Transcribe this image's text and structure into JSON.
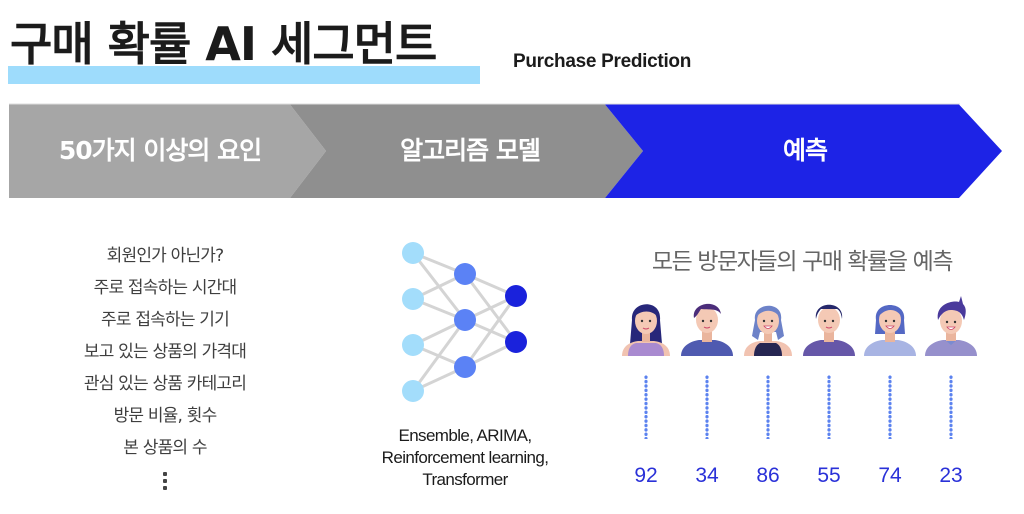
{
  "header": {
    "title": "구매 확률 AI 세그먼트",
    "subtitle": "Purchase Prediction"
  },
  "colors": {
    "title_underline": "#9edcfc",
    "stage1_bg": "#a6a6a6",
    "stage2_bg": "#8f8f8f",
    "stage3_bg": "#1d23e6",
    "score_text": "#2a31d8",
    "dotline": "#5b82ef",
    "nn_input": "#a3ddfb",
    "nn_hidden": "#5b82f5",
    "nn_output": "#1a22dc"
  },
  "stages": [
    {
      "label": "50가지 이상의 요인"
    },
    {
      "label": "알고리즘 모델"
    },
    {
      "label": "예측"
    }
  ],
  "factors": {
    "items": [
      "회원인가 아닌가?",
      "주로 접속하는 시간대",
      "주로 접속하는 기기",
      "보고 있는 상품의 가격대",
      "관심 있는 상품 카테고리",
      "방문 비율, 횟수",
      "본 상품의 수"
    ],
    "more_indicator": "vertical-ellipsis"
  },
  "algorithms": {
    "icon": "neural-network-icon",
    "lines": [
      "Ensemble, ARIMA,",
      "Reinforcement learning,",
      "Transformer"
    ]
  },
  "prediction": {
    "heading": "모든 방문자들의 구매 확률을 예측",
    "visitors": [
      {
        "avatar": "woman-long-hair-avatar",
        "score": "92"
      },
      {
        "avatar": "man-short-hair-avatar",
        "score": "34"
      },
      {
        "avatar": "woman-ponytail-avatar",
        "score": "86"
      },
      {
        "avatar": "man-dark-hair-avatar",
        "score": "55"
      },
      {
        "avatar": "woman-bob-hair-avatar",
        "score": "74"
      },
      {
        "avatar": "man-spiky-hair-avatar",
        "score": "23"
      }
    ]
  }
}
